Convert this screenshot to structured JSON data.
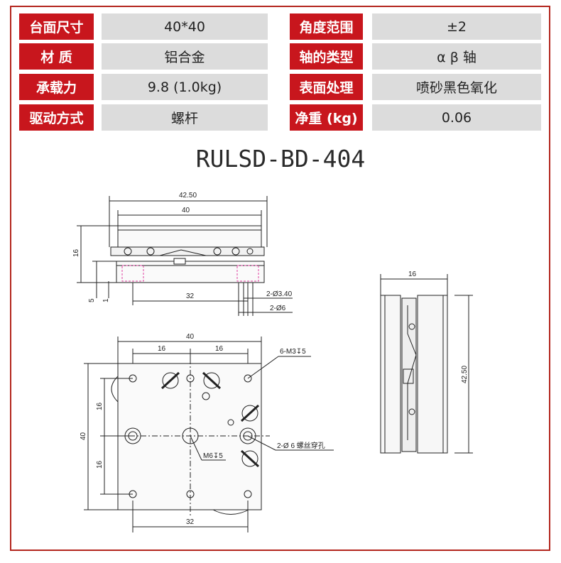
{
  "spec_table": {
    "rows": [
      {
        "label_left": "台面尺寸",
        "value_left": "40*40",
        "label_right": "角度范围",
        "value_right": "±2"
      },
      {
        "label_left": "材  质",
        "value_left": "铝合金",
        "label_right": "轴的类型",
        "value_right": "α β 轴"
      },
      {
        "label_left": "承载力",
        "value_left": "9.8 (1.0kg)",
        "label_right": "表面处理",
        "value_right": "喷砂黑色氧化"
      },
      {
        "label_left": "驱动方式",
        "value_left": "螺杆",
        "label_right": "净重 (kg)",
        "value_right": "0.06"
      }
    ]
  },
  "model": "RULSD-BD-404",
  "drawing": {
    "front_view": {
      "overall_width": "42.50",
      "table_width": "40",
      "height": "16",
      "dim_5": "5",
      "dim_1": "1",
      "hole_pitch": "32",
      "hole_a": "2-Ø3.40",
      "hole_b": "2-Ø6"
    },
    "side_view": {
      "width": "16",
      "height": "42.50"
    },
    "top_view": {
      "width": "40",
      "pitch_x1": "16",
      "pitch_x2": "16",
      "thread_holes": "6-M3↧5",
      "pitch_y1": "16",
      "pitch_y2": "16",
      "height": "40",
      "center_thread": "M6↧5",
      "through_holes": "2-Ø 6 螺丝穿孔",
      "bottom_pitch": "32"
    }
  },
  "colors": {
    "accent": "#c8161d",
    "cell_bg": "#dcdcdc",
    "frame": "#b3261e"
  }
}
